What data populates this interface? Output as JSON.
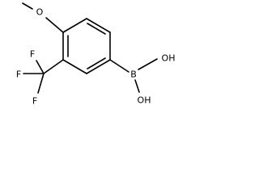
{
  "structure": {
    "atoms": {
      "methoxy_o": "O",
      "boron": "B",
      "hydroxyl_top": "OH",
      "hydroxyl_bottom": "OH",
      "fluorine_top": "F",
      "fluorine_left": "F",
      "fluorine_bottom": "F"
    }
  },
  "colors": {
    "bond": "#000000",
    "label": "#000000",
    "background": "#ffffff"
  }
}
